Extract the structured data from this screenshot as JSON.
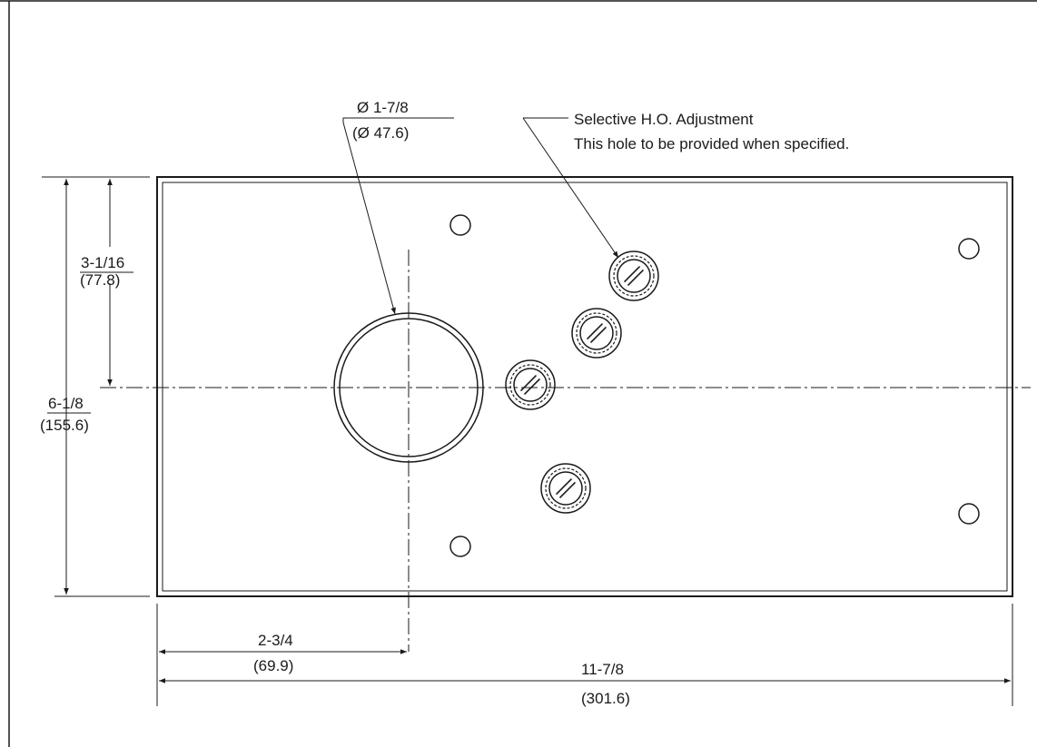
{
  "drawing": {
    "labels": {
      "bore_dia_in": "Ø 1-7/8",
      "bore_dia_mm": "(Ø 47.6)",
      "callout_line1": "Selective H.O. Adjustment",
      "callout_line2": "This hole to be provided when specified.",
      "half_height_in": "3-1/16",
      "half_height_mm": "(77.8)",
      "height_in": "6-1/8",
      "height_mm": "(155.6)",
      "bore_offset_in": "2-3/4",
      "bore_offset_mm": "(69.9)",
      "width_in": "11-7/8",
      "width_mm": "(301.6)"
    },
    "color": "#1a1a1a"
  }
}
